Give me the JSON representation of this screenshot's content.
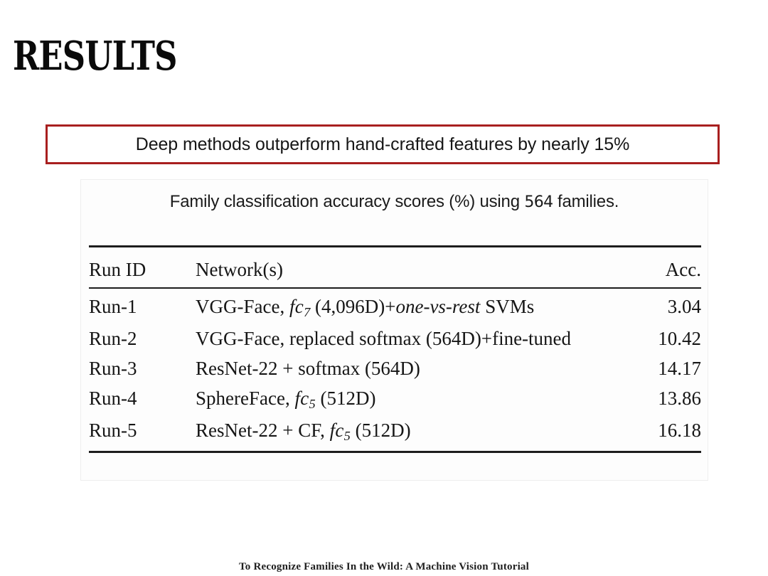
{
  "slide": {
    "title": "RESULTS",
    "footer": "To Recognize Families In the Wild: A Machine Vision Tutorial"
  },
  "callout": {
    "text": "Deep methods outperform hand-crafted features by nearly 15%",
    "border_color": "#a81f1f",
    "background_color": "#ffffff"
  },
  "table_figure": {
    "caption_prefix": "Family classification accuracy scores (%) using ",
    "caption_number": "564",
    "caption_suffix": " families.",
    "caption_full": "Family classification accuracy scores (%) using 564 families.",
    "columns": [
      "Run ID",
      "Network(s)",
      "Acc."
    ],
    "rows": [
      {
        "run_id": "Run-1",
        "network_plain": "VGG-Face, fc7 (4,096D)+one-vs-rest SVMs",
        "acc": "3.04",
        "bold": false
      },
      {
        "run_id": "Run-2",
        "network_plain": "VGG-Face, replaced softmax (564D)+fine-tuned",
        "acc": "10.42",
        "bold": false
      },
      {
        "run_id": "Run-3",
        "network_plain": "ResNet-22 + softmax (564D)",
        "acc": "14.17",
        "bold": false
      },
      {
        "run_id": "Run-4",
        "network_plain": "SphereFace, fc5 (512D)",
        "acc": "13.86",
        "bold": false
      },
      {
        "run_id": "Run-5",
        "network_plain": "ResNet-22 + CF, fc5 (512D)",
        "acc": "16.18",
        "bold": true
      }
    ],
    "network_parts": {
      "row1": {
        "pre": "VGG-Face, ",
        "math": "fc",
        "sub": "7",
        "mid": " (4,096D)+",
        "italic": "one-vs-rest",
        "post": " SVMs"
      },
      "row2": {
        "pre": "VGG-Face, replaced softmax (564D)+fine-tuned"
      },
      "row3": {
        "pre": "ResNet-22 + softmax (564D)"
      },
      "row4": {
        "pre": "SphereFace, ",
        "math": "fc",
        "sub": "5",
        "mid": " (512D)"
      },
      "row5": {
        "pre": "ResNet-22 + CF, ",
        "math": "fc",
        "sub": "5",
        "mid": " (512D)"
      }
    }
  }
}
